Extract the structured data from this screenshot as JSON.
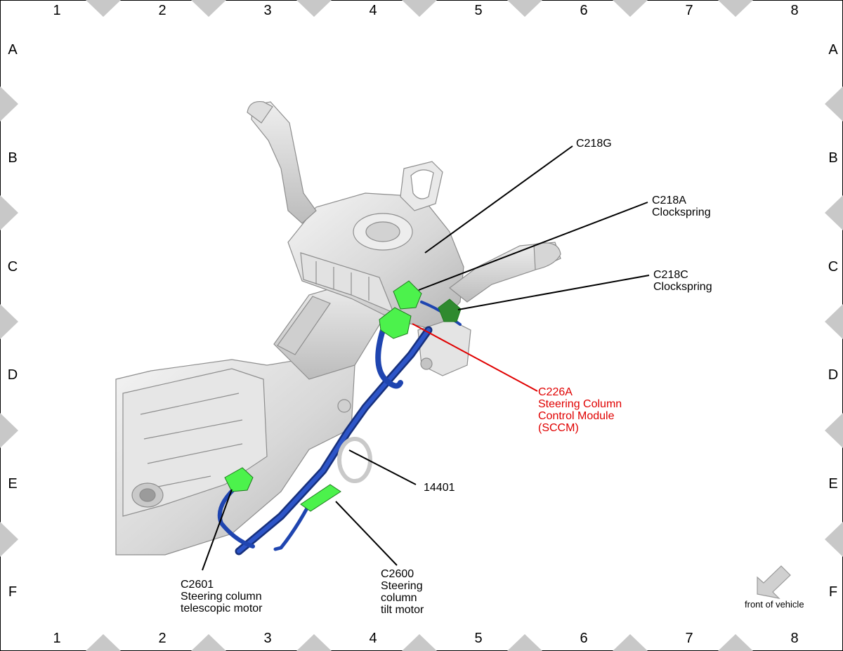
{
  "grid": {
    "columns": [
      "1",
      "2",
      "3",
      "4",
      "5",
      "6",
      "7",
      "8"
    ],
    "rows": [
      "A",
      "B",
      "C",
      "D",
      "E",
      "F"
    ]
  },
  "callouts": {
    "c218g": {
      "lines": [
        "C218G"
      ]
    },
    "c218a": {
      "lines": [
        "C218A",
        "Clockspring"
      ]
    },
    "c218c": {
      "lines": [
        "C218C",
        "Clockspring"
      ]
    },
    "c226a": {
      "lines": [
        "C226A",
        "Steering Column",
        "Control Module",
        "(SCCM)"
      ]
    },
    "c14401": {
      "lines": [
        "14401"
      ]
    },
    "c2601": {
      "lines": [
        "C2601",
        "Steering column",
        "telescopic motor"
      ]
    },
    "c2600": {
      "lines": [
        "C2600",
        "Steering",
        "column",
        "tilt motor"
      ]
    }
  },
  "orientation": {
    "label": "front of vehicle"
  },
  "colors": {
    "highlight": "#e00000",
    "connector": "#4cf24c",
    "connector_dark": "#2f8a2f",
    "harness": "#1f45b0",
    "column": "#d9d9d9",
    "frame_marker": "#c8c8c8"
  }
}
